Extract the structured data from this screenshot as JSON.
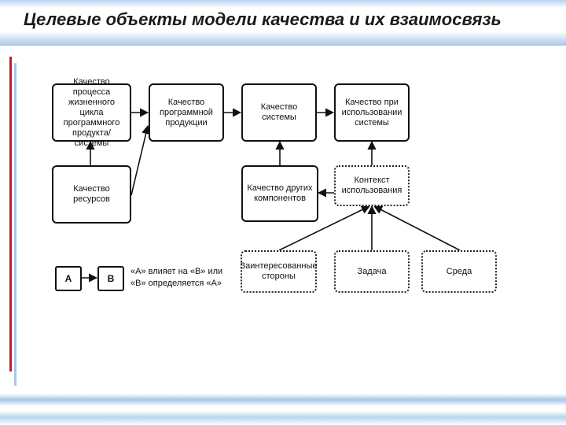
{
  "slide": {
    "title": "Целевые объекты модели качества и их взаимосвязь"
  },
  "diagram": {
    "nodes": {
      "process_quality": "Качество процесса жизненного цикла программного продукта/системы",
      "resource_quality": "Качество ресурсов",
      "product_quality": "Качество программной продукции",
      "system_quality": "Качество системы",
      "other_components_quality": "Качество других компонентов",
      "quality_in_use": "Качество при использовании системы",
      "context_of_use": "Контекст использования",
      "stakeholders": "Заинтересованные стороны",
      "task": "Задача",
      "environment": "Среда"
    },
    "legend": {
      "a": "А",
      "b": "В",
      "line1": "«А» влияет на «В» или",
      "line2": "«В» определяется «А»"
    }
  }
}
